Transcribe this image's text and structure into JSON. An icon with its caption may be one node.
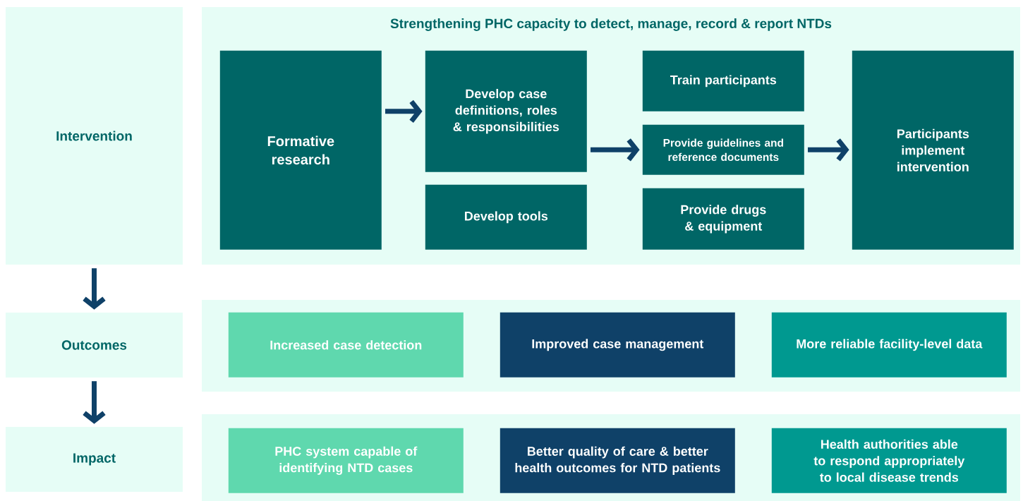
{
  "diagram": {
    "nodes": [
      {
        "text": [
          "Intervention"
        ]
      },
      {
        "text": [
          "Strengthening PHC capacity to detect, manage, record & report NTDs"
        ]
      },
      {
        "text": [
          "Formative research"
        ],
        "in": 1
      },
      {
        "text": [
          "Develop case definitions, roles & responsibilities"
        ],
        "in": 1
      },
      {
        "text": [
          "Develop tools"
        ],
        "in": 1
      },
      {
        "text": [
          "Train participants"
        ],
        "in": 1
      },
      {
        "text": [
          "Provide guidelines and reference documents"
        ],
        "in": 1
      },
      {
        "text": [
          "Provide drugs & equipment"
        ],
        "in": 1
      },
      {
        "text": [
          "Participants implement intervention"
        ],
        "in": 1
      },
      {
        "text": [
          "Outcomes"
        ]
      },
      {
        "text": [],
        "shape": "box"
      },
      {
        "text": [
          "Increased case detection"
        ],
        "in": 10
      },
      {
        "text": [
          "Improved case management"
        ],
        "in": 10
      },
      {
        "text": [
          "More reliable facility-level data"
        ],
        "in": 10
      },
      {
        "text": [
          "Impact"
        ]
      },
      {
        "text": [],
        "shape": "box"
      },
      {
        "text": [
          "PHC system capable of identifying NTD cases"
        ],
        "in": 15
      },
      {
        "text": [
          "Better quality of care & better health outcomes for NTD patients"
        ],
        "in": 15
      },
      {
        "text": [
          "Health authorities able to respond appropriately to local disease trends"
        ],
        "in": 15
      }
    ],
    "edges": [
      {
        "from": 2,
        "to": 3,
        "arrow": "to"
      },
      {
        "from": 3,
        "to": 6,
        "arrow": "to"
      },
      {
        "from": 6,
        "to": 8,
        "arrow": "to"
      },
      {
        "from": 0,
        "to": 9,
        "arrow": "to"
      },
      {
        "from": 9,
        "to": 14,
        "arrow": "to"
      }
    ]
  }
}
